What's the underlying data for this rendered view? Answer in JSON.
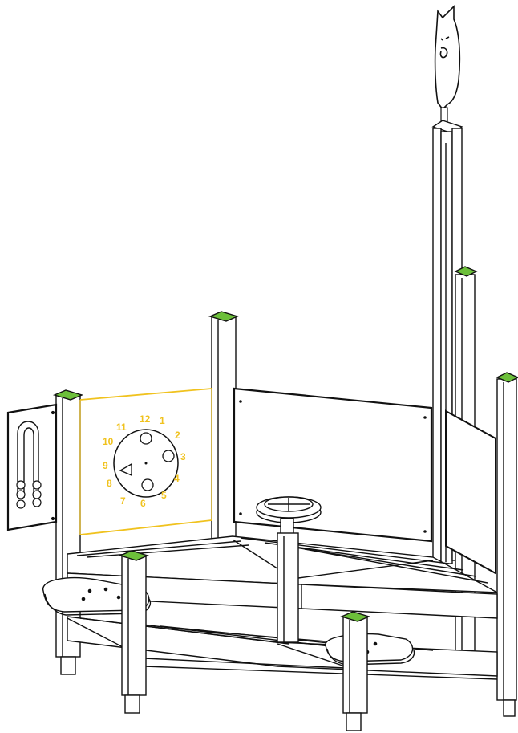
{
  "colors": {
    "background": "#ffffff",
    "outline": "#111111",
    "post_cap": "#6cbf3a",
    "clock_panel_edge": "#f0c21e",
    "clock_numbers": "#f0c21e",
    "board_fill": "#ffffff"
  },
  "clock_panel": {
    "numbers": [
      "12",
      "1",
      "2",
      "3",
      "4",
      "5",
      "6",
      "7",
      "8",
      "9",
      "10",
      "11"
    ]
  },
  "icons": [
    "owl-silhouette-icon",
    "abacus-bead-icon",
    "compass-dial-icon"
  ]
}
